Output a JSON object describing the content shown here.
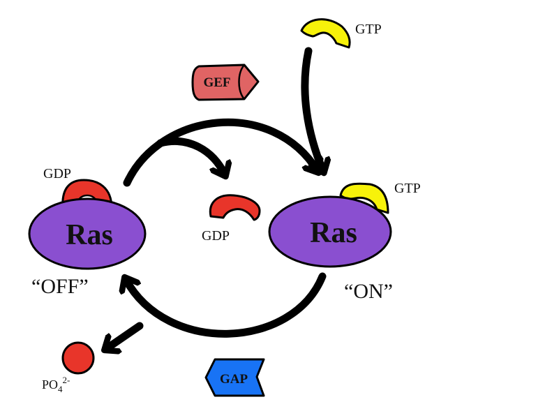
{
  "diagram": {
    "title": "Ras GTPase cycle",
    "colors": {
      "ras": "#8a4fd0",
      "gdp": "#e8352a",
      "gtp": "#f7f20a",
      "gef": "#e06464",
      "gap": "#1873f5",
      "phosphate": "#e8352a"
    },
    "ras_off": {
      "label": "Ras",
      "state": "“OFF”",
      "nucleotide": "GDP"
    },
    "ras_on": {
      "label": "Ras",
      "state": "“ON”",
      "nucleotide": "GTP"
    },
    "free_gtp": {
      "label": "GTP"
    },
    "released_gdp": {
      "label": "GDP"
    },
    "gef": {
      "label": "GEF"
    },
    "gap": {
      "label": "GAP"
    },
    "phosphate": {
      "label": "PO",
      "subscript": "4",
      "superscript": "2-"
    }
  }
}
